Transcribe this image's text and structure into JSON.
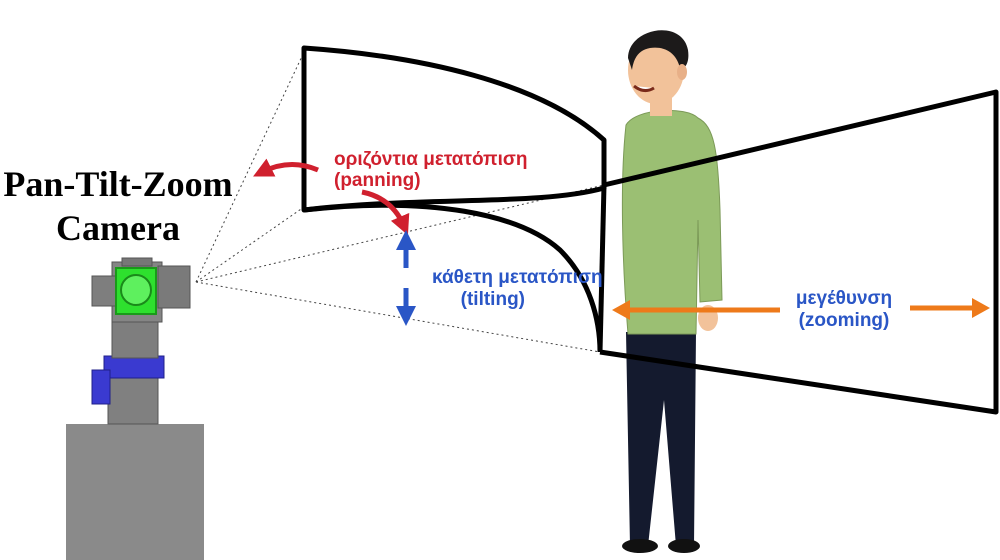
{
  "camera_title": {
    "line1": "Pan-Tilt-Zoom",
    "line2": "Camera"
  },
  "labels": {
    "panning": {
      "greek": "οριζόντια μετατόπιση",
      "english": "(panning)"
    },
    "tilting": {
      "greek": "κάθετη μετατόπιση",
      "english": "(tilting)"
    },
    "zooming": {
      "greek": "μεγέθυνση",
      "english": "(zooming)"
    }
  },
  "colors": {
    "panning": "#d0202e",
    "tilting": "#2a56c6",
    "zooming": "#ee7a1a",
    "camera_body": "#7e7e7e",
    "camera_lens": "#2ee02e",
    "camera_base": "#3a3ad0",
    "pedestal": "#8a8a8a",
    "shirt": "#9bbf73",
    "pants": "#141a2e"
  }
}
